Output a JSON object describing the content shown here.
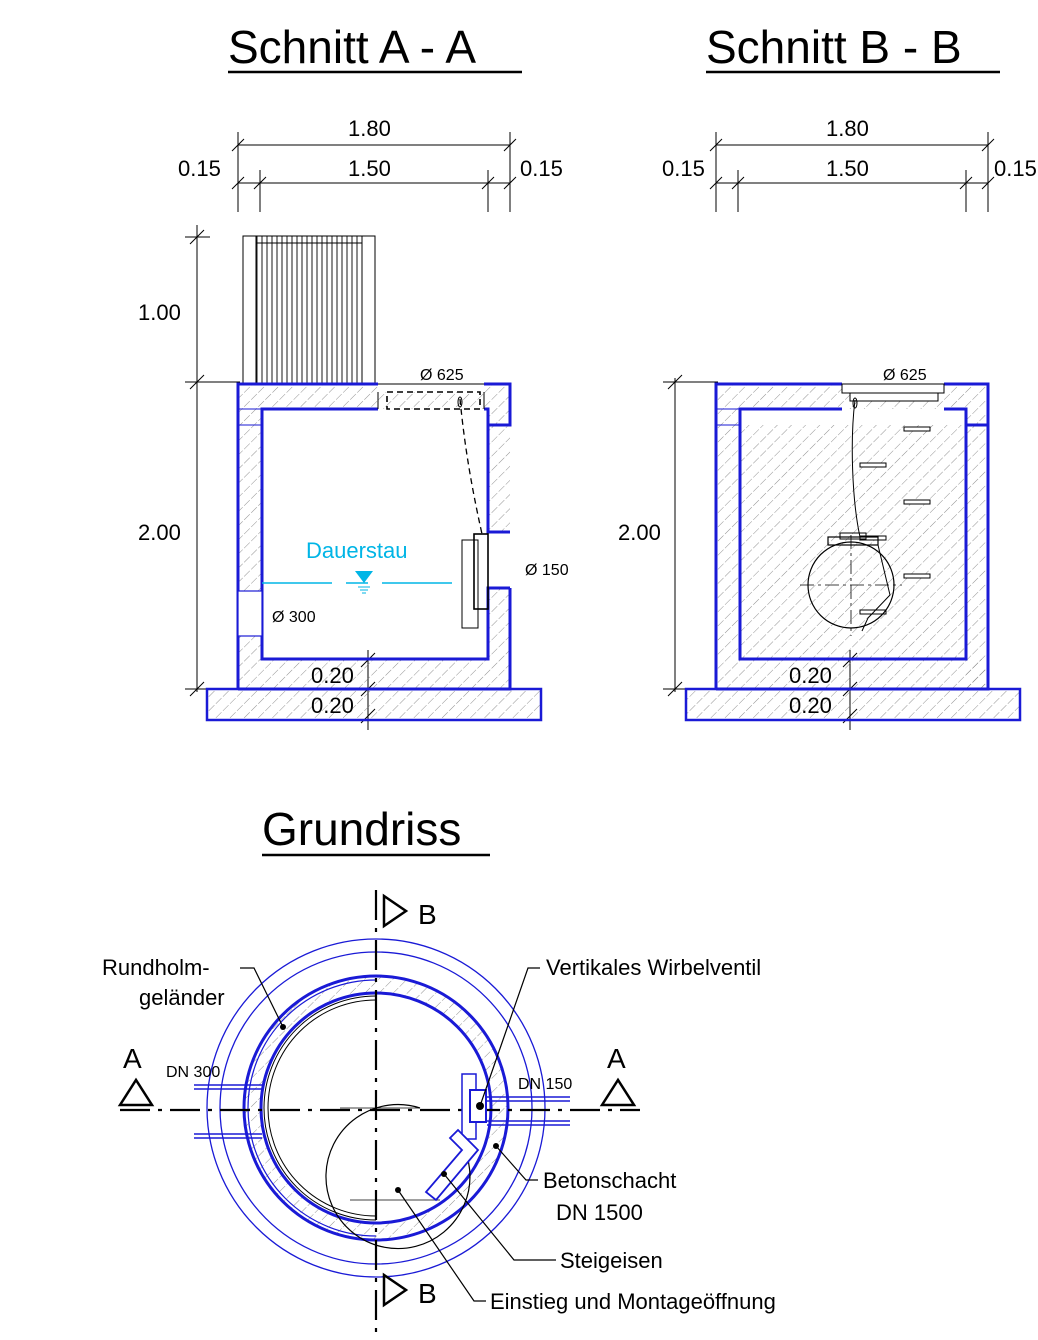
{
  "titles": {
    "section_a": "Schnitt A - A",
    "section_b": "Schnitt B - B",
    "plan": "Grundriss"
  },
  "section_a": {
    "dim_total_width": "1.80",
    "dim_inner_width": "1.50",
    "dim_wall_left": "0.15",
    "dim_wall_right": "0.15",
    "dim_railing_height": "1.00",
    "dim_shaft_height": "2.00",
    "dim_floor": "0.20",
    "dim_base": "0.20",
    "cover_diameter": "Ø 625",
    "outlet_diameter": "Ø 150",
    "inlet_diameter": "Ø 300",
    "water_level_label": "Dauerstau"
  },
  "section_b": {
    "dim_total_width": "1.80",
    "dim_inner_width": "1.50",
    "dim_wall_left": "0.15",
    "dim_wall_right": "0.15",
    "dim_shaft_height": "2.00",
    "dim_floor": "0.20",
    "dim_base": "0.20",
    "cover_diameter": "Ø 625"
  },
  "plan": {
    "marker_b_top": "B",
    "marker_b_bottom": "B",
    "marker_a_left": "A",
    "marker_a_right": "A",
    "pipe_in": "DN 300",
    "pipe_out": "DN 150",
    "label_railing_1": "Rundholm-",
    "label_railing_2": "geländer",
    "label_valve": "Vertikales Wirbelventil",
    "label_shaft_1": "Betonschacht",
    "label_shaft_2": "DN 1500",
    "label_steps": "Steigeisen",
    "label_access": "Einstieg und Montageöffnung"
  },
  "colors": {
    "structure": "#1a1ad6",
    "water": "#00b5e6",
    "hatch": "#555555"
  }
}
